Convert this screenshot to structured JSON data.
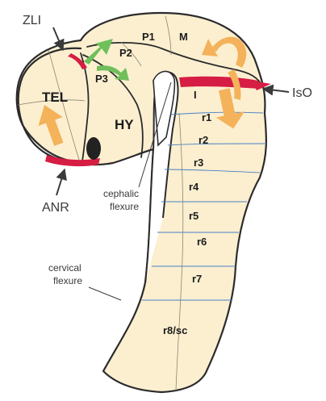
{
  "colors": {
    "tissue": "#fbefd0",
    "outline": "#2b2b2b",
    "organizer_red": "#d61d43",
    "arrow_orange": "#f4b25b",
    "arrow_green": "#6fbf5a",
    "segment_blue": "#4a7fc4",
    "dark_body": "#222222"
  },
  "regions": {
    "tel": "TEL",
    "hy": "HY",
    "p1": "P1",
    "p2": "P2",
    "p3": "P3",
    "m": "M",
    "isthmus": "I",
    "r1": "r1",
    "r2": "r2",
    "r3": "r3",
    "r4": "r4",
    "r5": "r5",
    "r6": "r6",
    "r7": "r7",
    "r8": "r8/sc"
  },
  "callouts": {
    "zli": "ZLI",
    "anr": "ANR",
    "iso": "IsO",
    "cephalic_line1": "cephalic",
    "cephalic_line2": "flexure",
    "cervical_line1": "cervical",
    "cervical_line2": "flexure"
  },
  "icons": {
    "pointer_arrow": "arrow-icon",
    "signal_arrow": "curved-arrow-icon"
  }
}
